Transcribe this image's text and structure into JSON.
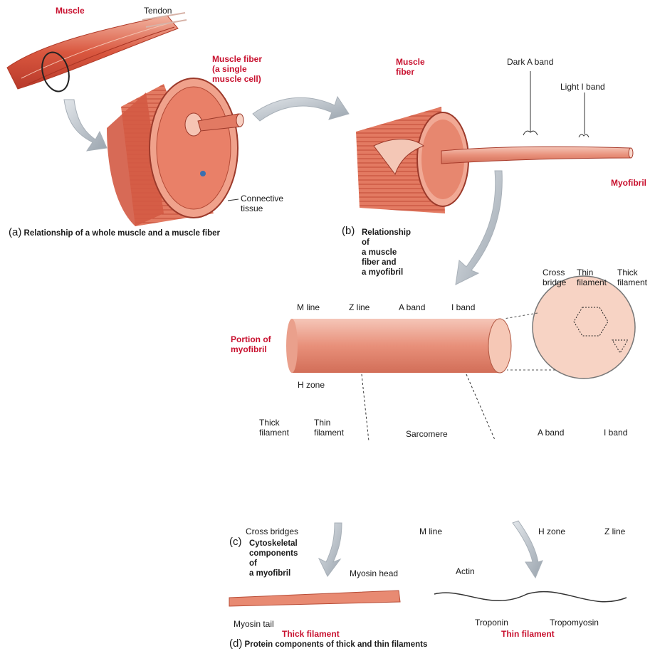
{
  "labels": {
    "muscle": "Muscle",
    "tendon": "Tendon",
    "muscle_fiber_single": "Muscle fiber\n(a single\nmuscle cell)",
    "connective_tissue": "Connective\ntissue",
    "muscle_fiber": "Muscle\nfiber",
    "dark_a_band": "Dark A band",
    "light_i_band": "Light I band",
    "myofibril": "Myofibril",
    "cross_bridge": "Cross\nbridge",
    "thin_filament_circle": "Thin\nfilament",
    "thick_filament_circle": "Thick\nfilament",
    "m_line": "M line",
    "z_line": "Z line",
    "a_band": "A band",
    "i_band": "I band",
    "portion_of_myofibril": "Portion of\nmyofibril",
    "h_zone": "H zone",
    "thick_filament_c": "Thick\nfilament",
    "thin_filament_c": "Thin\nfilament",
    "sarcomere": "Sarcomere",
    "a_band_c": "A band",
    "i_band_c": "I band",
    "cross_bridges": "Cross bridges",
    "m_line_c": "M line",
    "h_zone_c": "H zone",
    "z_line_c": "Z line",
    "myosin_head": "Myosin head",
    "myosin_tail": "Myosin tail",
    "thick_filament_d": "Thick filament",
    "actin": "Actin",
    "troponin": "Troponin",
    "tropomyosin": "Tropomyosin",
    "thin_filament_d": "Thin filament"
  },
  "captions": {
    "a_letter": "(a)",
    "a_text": "Relationship of a whole muscle and a muscle fiber",
    "b_letter": "(b)",
    "b_text": "Relationship of\na muscle fiber and\na myofibril",
    "c_letter": "(c)",
    "c_text": "Cytoskeletal\ncomponents of\na myofibril",
    "d_letter": "(d)",
    "d_text": "Protein components of thick and thin filaments"
  },
  "colors": {
    "muscle_red": "#c8102e",
    "flesh": "#e2735e",
    "flesh_light": "#f1b4a2",
    "thin_blue": "#5ba8cf",
    "z_navy": "#3a3f86",
    "arrow_grey": "#b9c1c9"
  }
}
